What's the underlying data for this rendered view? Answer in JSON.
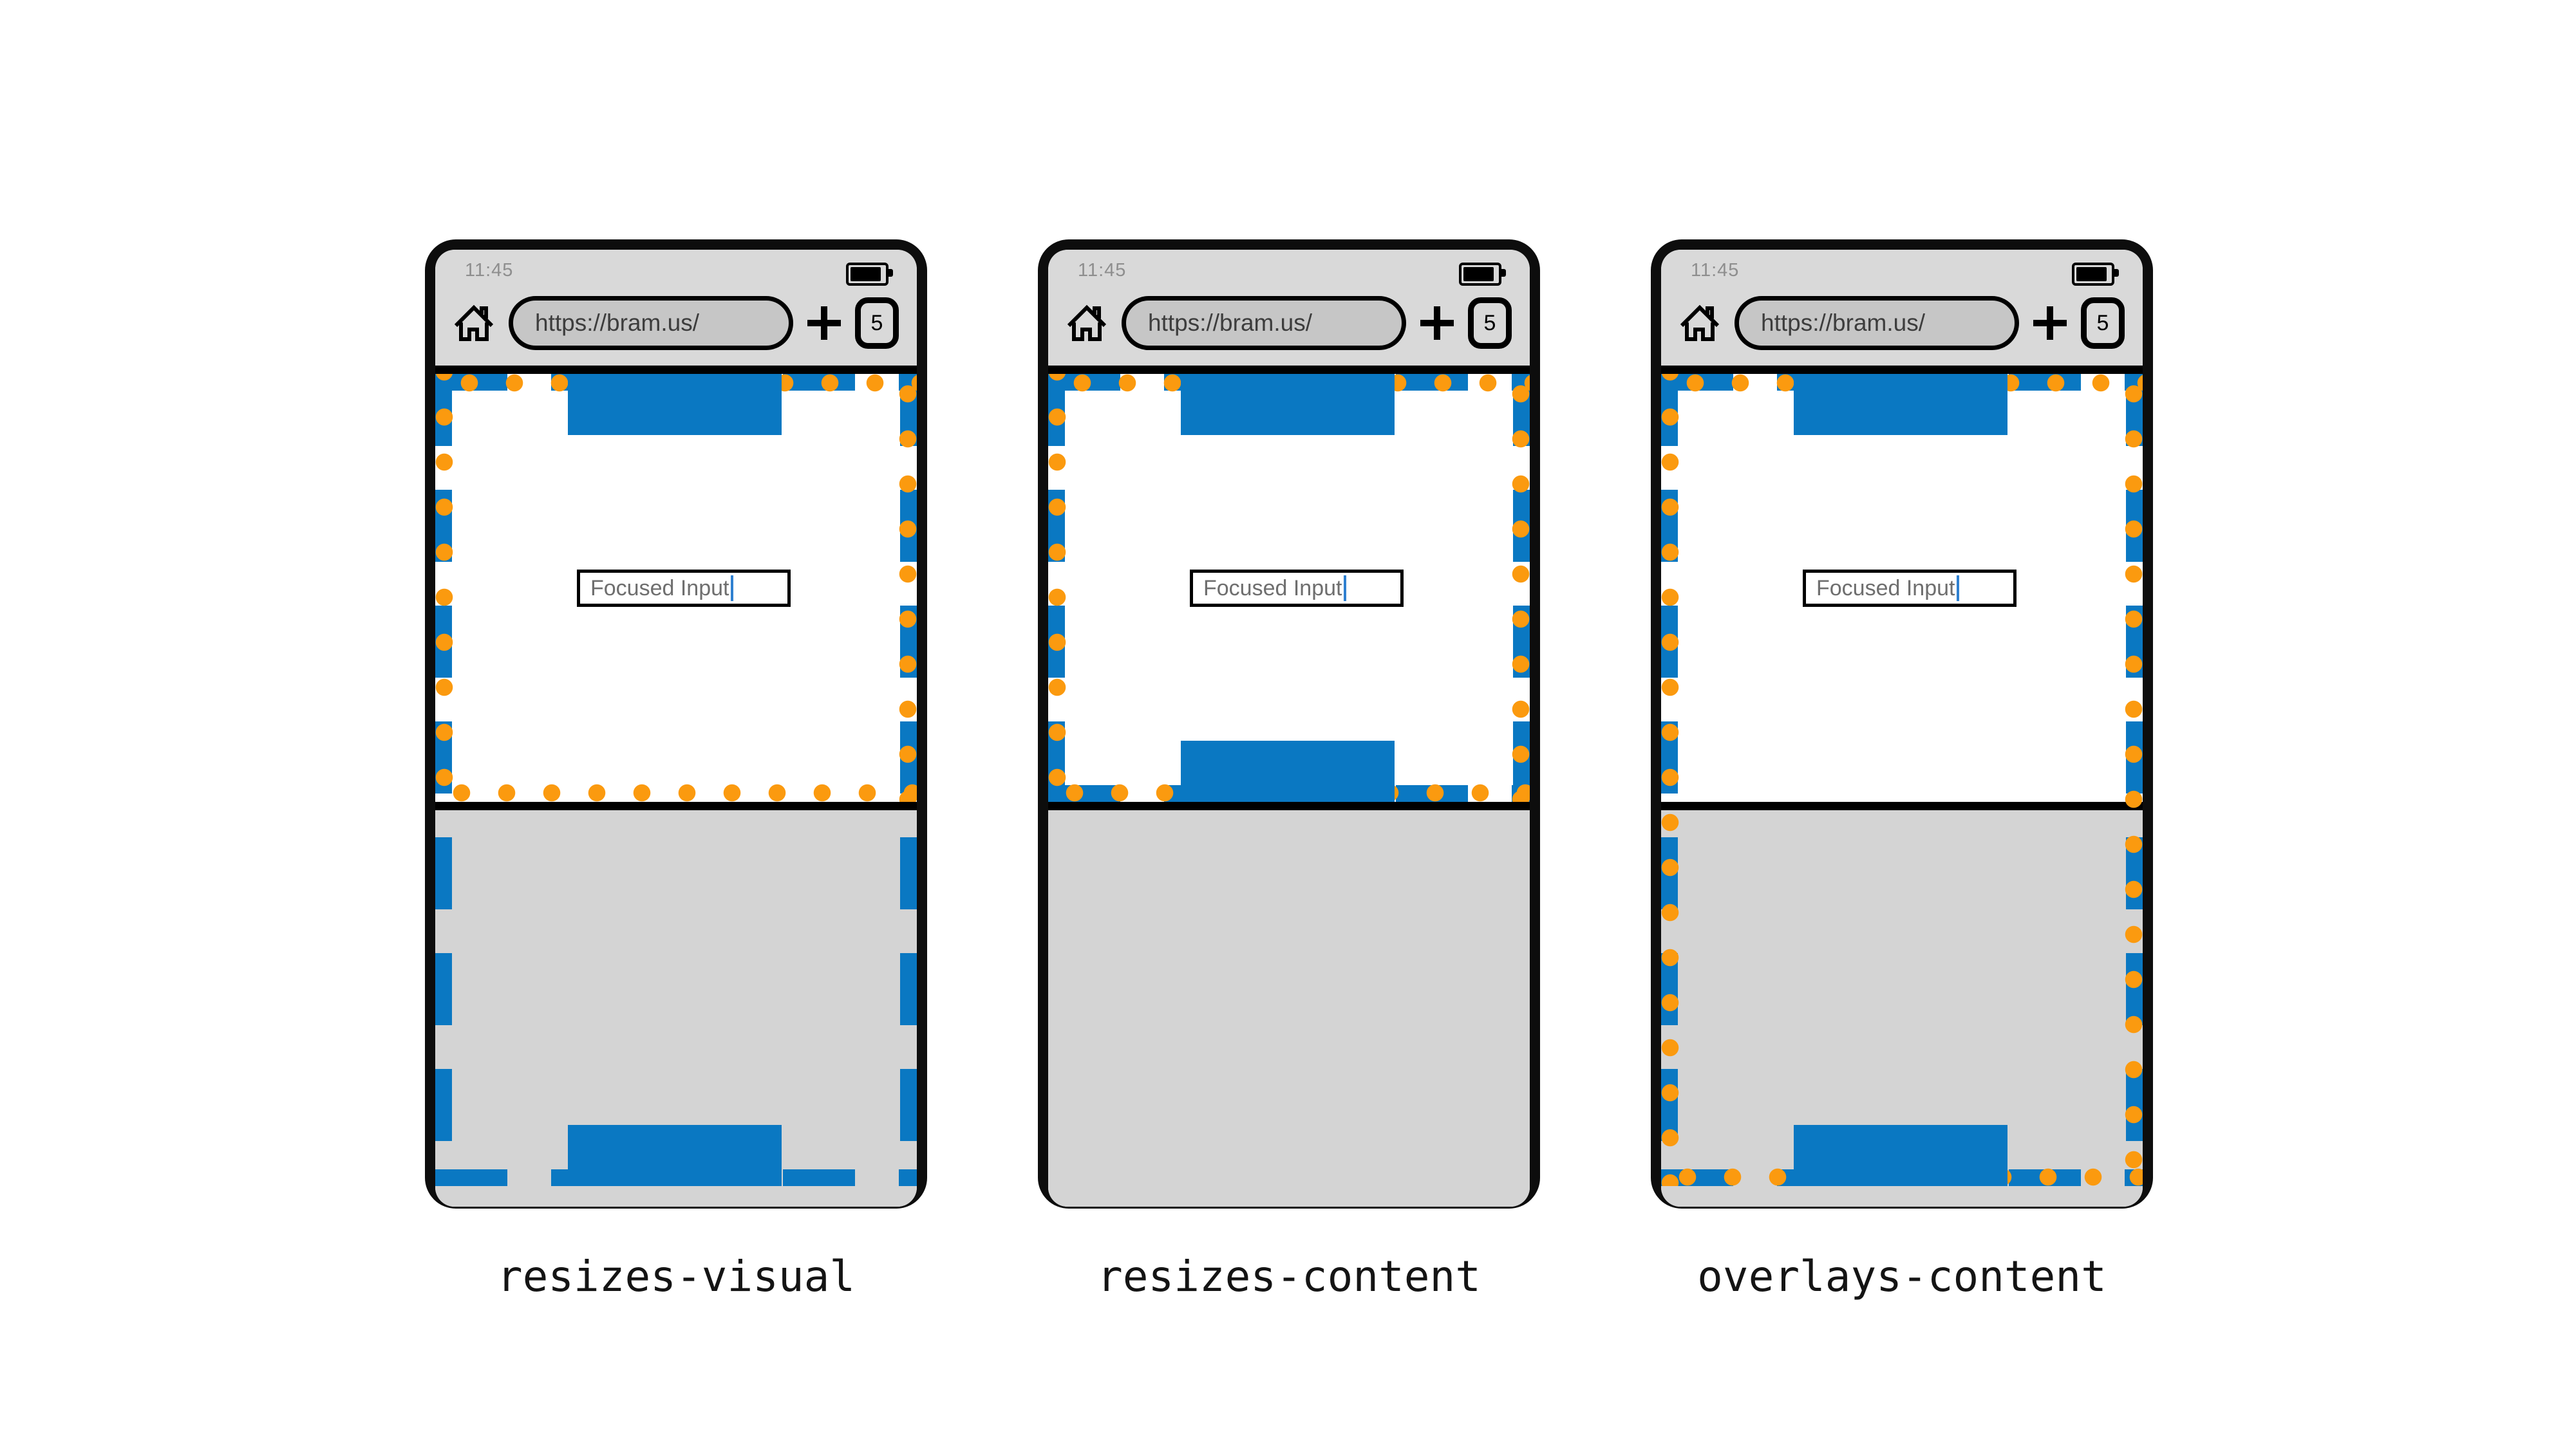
{
  "figure": {
    "description": "virtual-keyboard viewport behavior diagram",
    "colors": {
      "layout_viewport_blue": "#0a78c2",
      "visual_viewport_orange": "#fb9a0f",
      "keyboard_gray": "#d4d4d4",
      "browser_chrome_gray": "#d9d9d9",
      "url_pill_gray": "#c6c6c6"
    },
    "phones": [
      {
        "label": "resizes-visual",
        "status_bar": {
          "time": "11:45",
          "battery_icon": "battery-full"
        },
        "browser_bar": {
          "home_icon": "home",
          "url": "https://bram.us/",
          "new_tab_icon": "plus",
          "tab_count": "5"
        },
        "page": {
          "input_value": "Focused Input"
        }
      },
      {
        "label": "resizes-content",
        "status_bar": {
          "time": "11:45",
          "battery_icon": "battery-full"
        },
        "browser_bar": {
          "home_icon": "home",
          "url": "https://bram.us/",
          "new_tab_icon": "plus",
          "tab_count": "5"
        },
        "page": {
          "input_value": "Focused Input"
        }
      },
      {
        "label": "overlays-content",
        "status_bar": {
          "time": "11:45",
          "battery_icon": "battery-full"
        },
        "browser_bar": {
          "home_icon": "home",
          "url": "https://bram.us/",
          "new_tab_icon": "plus",
          "tab_count": "5"
        },
        "page": {
          "input_value": "Focused Input"
        }
      }
    ]
  }
}
